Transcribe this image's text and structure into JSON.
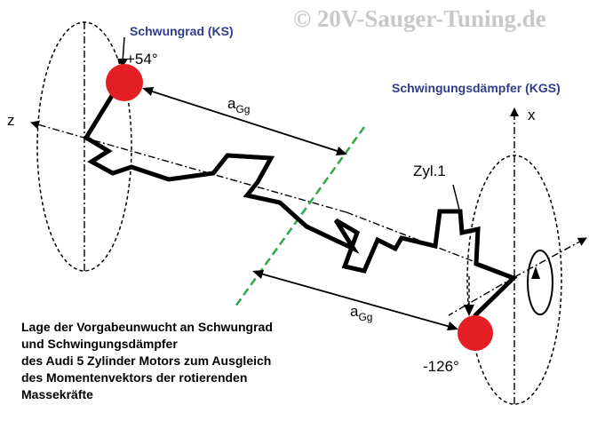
{
  "watermark": "© 20V-Sauger-Tuning.de",
  "labels": {
    "flywheel": "Schwungrad (KS)",
    "damper": "Schwingungsdämpfer (KGS)",
    "angle_top": "+54°",
    "angle_bottom": "-126°",
    "distance_top_main": "a",
    "distance_top_sub": "Gg",
    "distance_bottom_main": "a",
    "distance_bottom_sub": "Gg",
    "axis_z": "z",
    "axis_x": "x",
    "cylinder": "Zyl.1"
  },
  "caption": [
    "Lage der Vorgabeunwucht an Schwungrad",
    "und Schwingungsdämpfer",
    "des Audi 5 Zylinder Motors zum Ausgleich",
    "des Momentenvektors der rotierenden",
    "Massekräfte"
  ],
  "colors": {
    "mass": "#e31e24",
    "plane": "#2ea84a",
    "label_blue": "#2e3c8c",
    "watermark": "#c8c8c8"
  }
}
